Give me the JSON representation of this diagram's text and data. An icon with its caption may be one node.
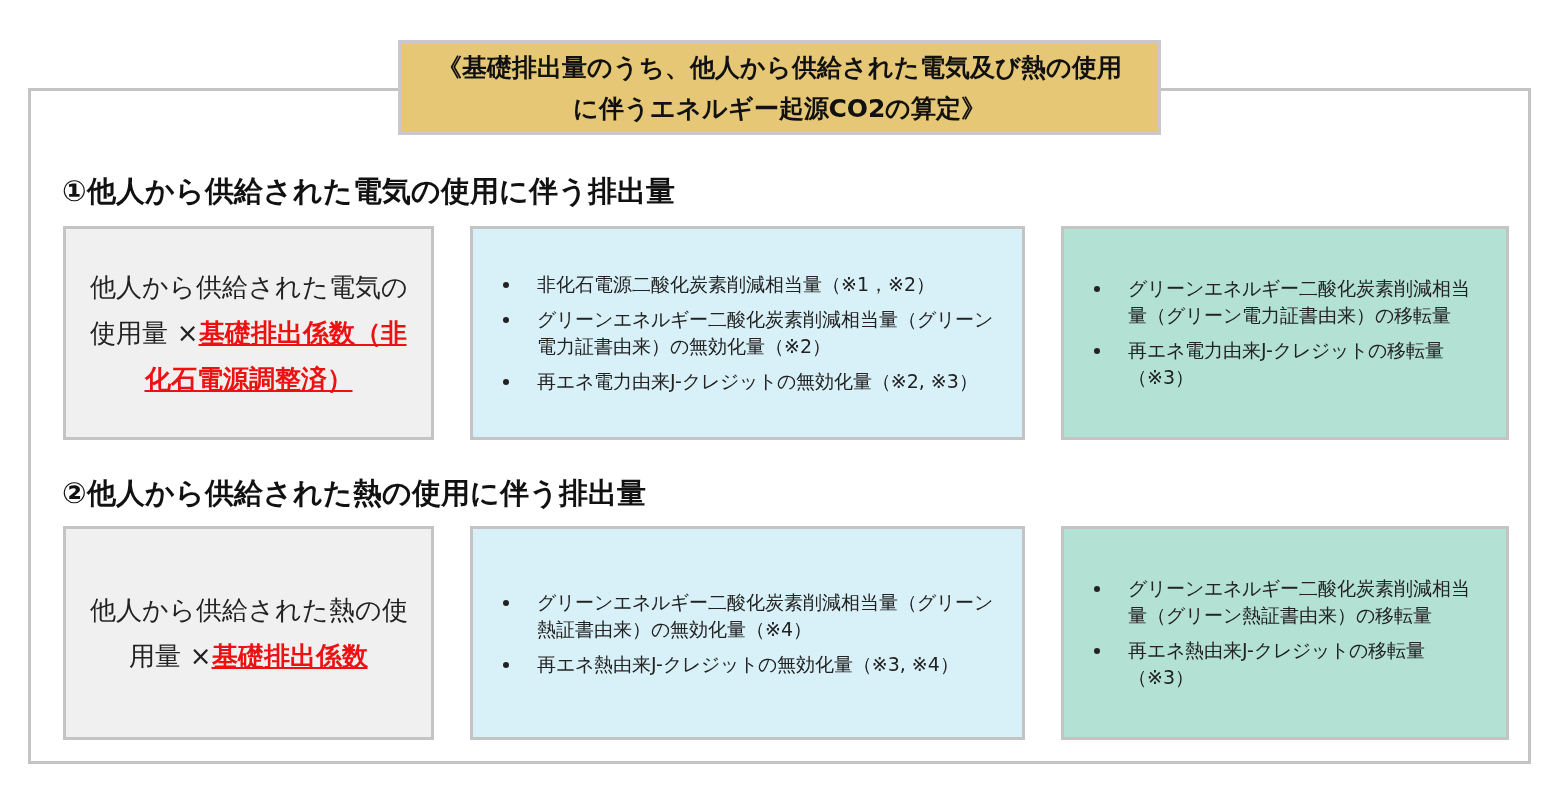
{
  "diagram": {
    "nodes": [
      {
        "text": [],
        "shape": "box"
      },
      {
        "text": [
          "《基礎排出量のうち、他人から供給された電気及び熱の使用に伴うエネルギー起源CO2の算定》"
        ]
      },
      {
        "text": [
          "他人から供給された電気の使用量 ×**基礎排出係数（非化石電源調整済）**"
        ],
        "in": 0
      },
      {
        "text": [
          "非化石電源二酸化炭素削減相当量（※1，※2）",
          "グリーンエネルギー二酸化炭素削減相当量（グリーン電力証書由来）の無効化量（※2）",
          "再エネ電力由来J-クレジットの無効化量（※2, ※3）"
        ],
        "in": 0
      },
      {
        "text": [
          "グリーンエネルギー二酸化炭素削減相当量（グリーン電力証書由来）の移転量",
          "再エネ電力由来J-クレジットの移転量（※3）"
        ],
        "in": 0
      },
      {
        "text": [
          "他人から供給された熱の使用量 ×**基礎排出係数**"
        ],
        "in": 0
      },
      {
        "text": [
          "グリーンエネルギー二酸化炭素削減相当量（グリーン熱証書由来）の無効化量（※4）",
          "再エネ熱由来J-クレジットの無効化量（※3, ※4）"
        ],
        "in": 0
      },
      {
        "text": [
          "グリーンエネルギー二酸化炭素削減相当量（グリーン熱証書由来）の移転量",
          "再エネ熱由来J-クレジットの移転量（※3）"
        ],
        "in": 0
      }
    ],
    "edges": [],
    "labels": [
      "①他人から供給された電気の使用に伴う排出量",
      "②他人から供給された熱の使用に伴う排出量"
    ]
  }
}
